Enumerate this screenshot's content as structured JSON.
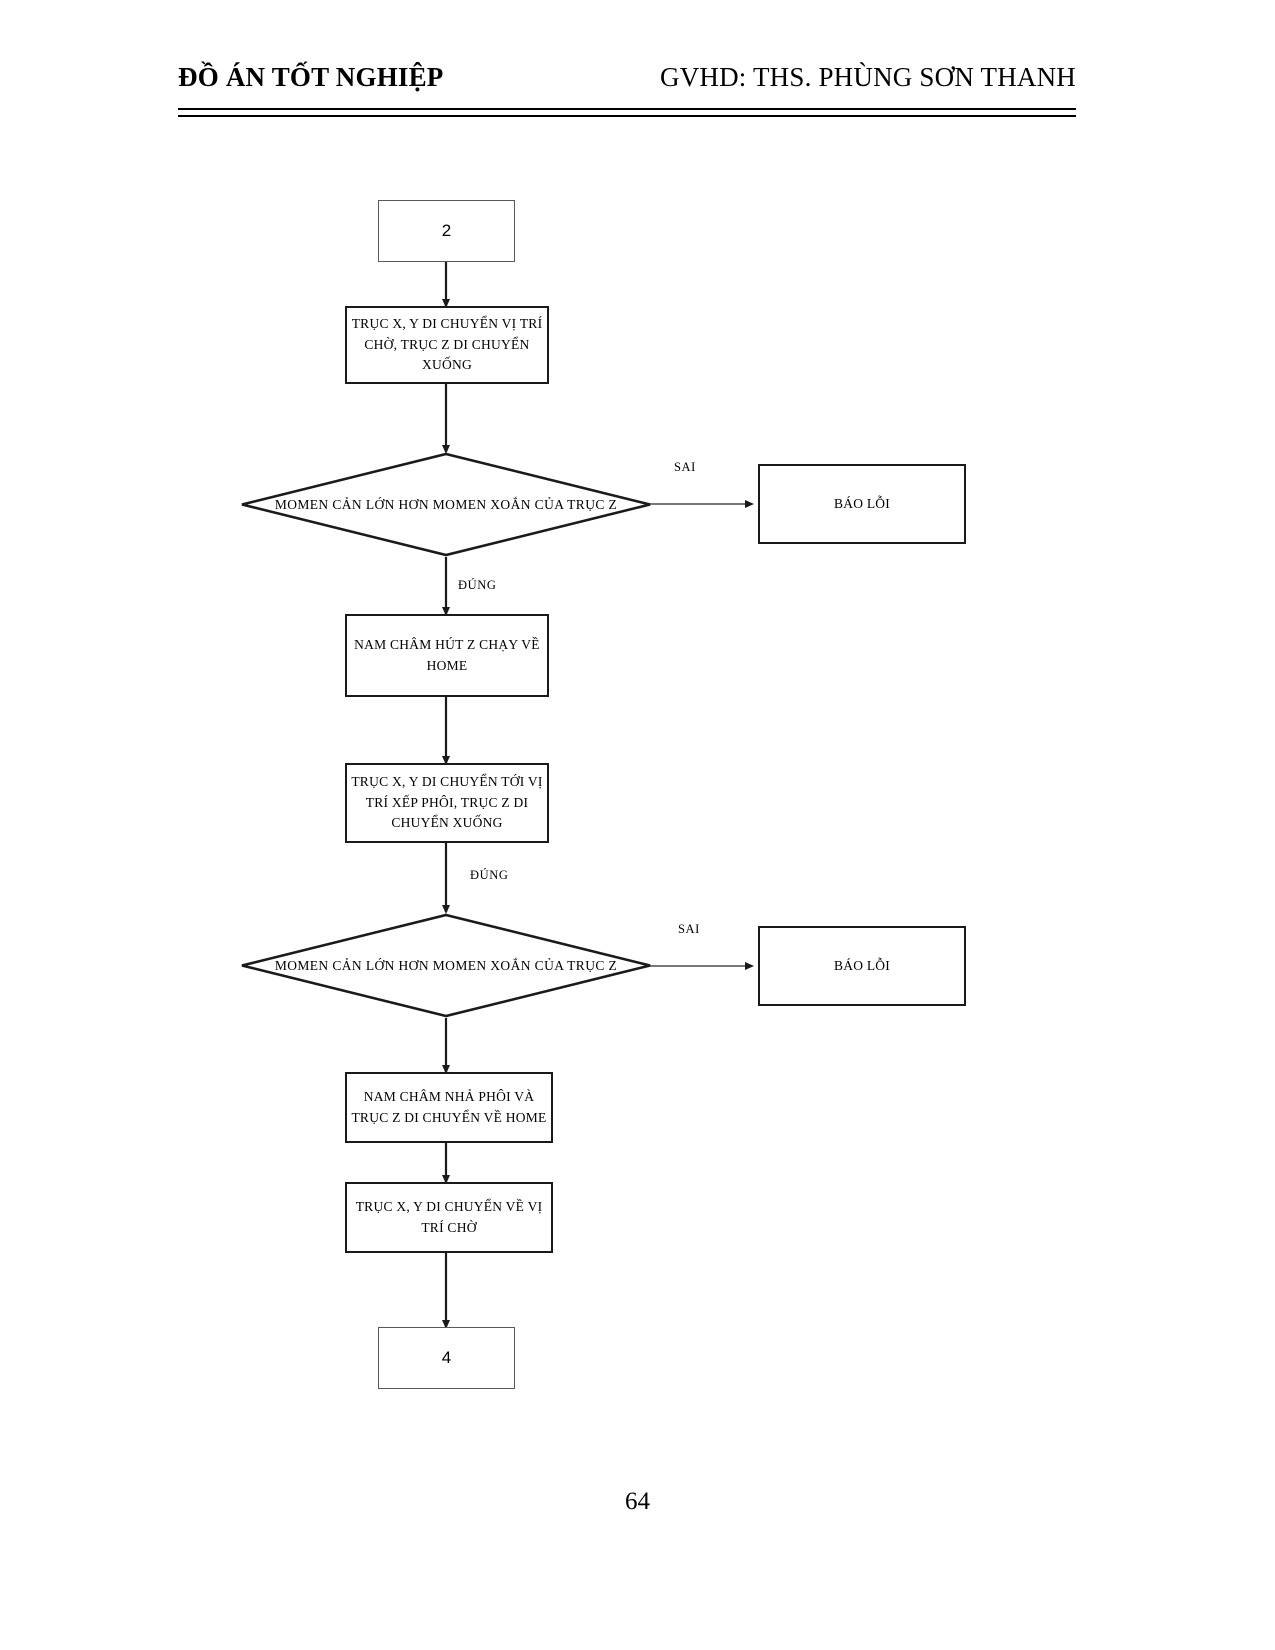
{
  "header": {
    "left_title": "ĐỒ ÁN TỐT NGHIỆP",
    "right_title": "GVHD: THS. PHÙNG SƠN THANH"
  },
  "footer": {
    "page_number": "64"
  },
  "flowchart": {
    "nodes": {
      "connector_in": "2",
      "step_move_wait_z_down": "TRỤC X, Y DI CHUYỂN VỊ TRÍ CHỜ, TRỤC Z DI CHUYỂN XUỐNG",
      "decision_torque_1": "MOMEN CẢN LỚN HƠN MOMEN XOẮN CỦA TRỤC Z",
      "error_1": "BÁO LỖI",
      "step_magnet_pick_home": "NAM CHÂM HÚT Z CHẠY VỀ HOME",
      "step_move_stack_z_down": "TRỤC X, Y DI CHUYỂN TỚI VỊ TRÍ XẾP PHÔI, TRỤC Z DI CHUYỂN XUỐNG",
      "decision_torque_2": "MOMEN CẢN LỚN HƠN MOMEN XOẮN CỦA TRỤC Z",
      "error_2": "BÁO LỖI",
      "step_magnet_release_home": "NAM CHÂM NHẢ PHÔI VÀ TRỤC Z DI CHUYỂN VỀ HOME",
      "step_return_wait": "TRỤC X, Y DI CHUYỂN VỀ VỊ TRÍ CHỜ",
      "connector_out": "4"
    },
    "edge_labels": {
      "sai_1": "SAI",
      "dung_1": "ĐÚNG",
      "dung_2": "ĐÚNG",
      "sai_2": "SAI"
    },
    "colors": {
      "stroke": "#1a1a1a",
      "thin_stroke": "#595959",
      "background": "#ffffff"
    }
  }
}
